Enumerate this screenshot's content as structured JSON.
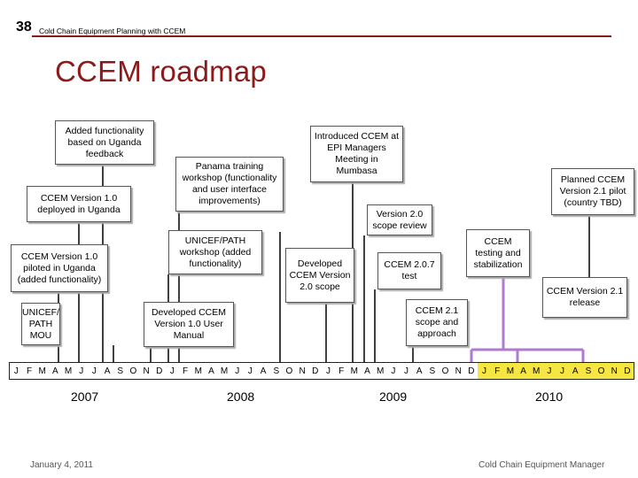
{
  "header": {
    "number": "38",
    "subtitle": "Cold Chain Equipment Planning with CCEM"
  },
  "title": "CCEM roadmap",
  "events": {
    "added_functionality": "Added functionality based on Uganda feedback",
    "v1_deployed": "CCEM Version 1.0 deployed in Uganda",
    "v1_piloted": "CCEM Version 1.0 piloted in Uganda (added functionality)",
    "unicef_mou": "UNICEF/ PATH MOU",
    "panama": "Panama training workshop (functionality and user interface improvements)",
    "unicef_workshop": "UNICEF/PATH workshop (added functionality)",
    "user_manual": "Developed CCEM Version 1.0 User Manual",
    "epi_meeting": "Introduced CCEM at EPI Managers Meeting in Mumbasa",
    "developed_v2": "Developed CCEM Version 2.0 scope",
    "v2_review": "Version 2.0 scope review",
    "v207_test": "CCEM 2.0.7 test",
    "v21_scope": "CCEM 2.1 scope and approach",
    "testing": "CCEM testing and stabilization",
    "v21_pilot": "Planned CCEM Version 2.1 pilot (country TBD)",
    "v21_release": "CCEM Version 2.1 release"
  },
  "months": [
    "J",
    "F",
    "M",
    "A",
    "M",
    "J",
    "J",
    "A",
    "S",
    "O",
    "N",
    "D",
    "J",
    "F",
    "M",
    "A",
    "M",
    "J",
    "J",
    "A",
    "S",
    "O",
    "N",
    "D",
    "J",
    "F",
    "M",
    "A",
    "M",
    "J",
    "J",
    "A",
    "S",
    "O",
    "N",
    "D",
    "J",
    "F",
    "M",
    "A",
    "M",
    "J",
    "J",
    "A",
    "S",
    "O",
    "N",
    "D"
  ],
  "years": [
    "2007",
    "2008",
    "2009",
    "2010"
  ],
  "footer": {
    "date": "January 4, 2011",
    "org": "Cold Chain Equipment Manager"
  },
  "colors": {
    "title": "#8b1a1a",
    "highlight": "#f5e642",
    "purple": "#b07ad0"
  }
}
